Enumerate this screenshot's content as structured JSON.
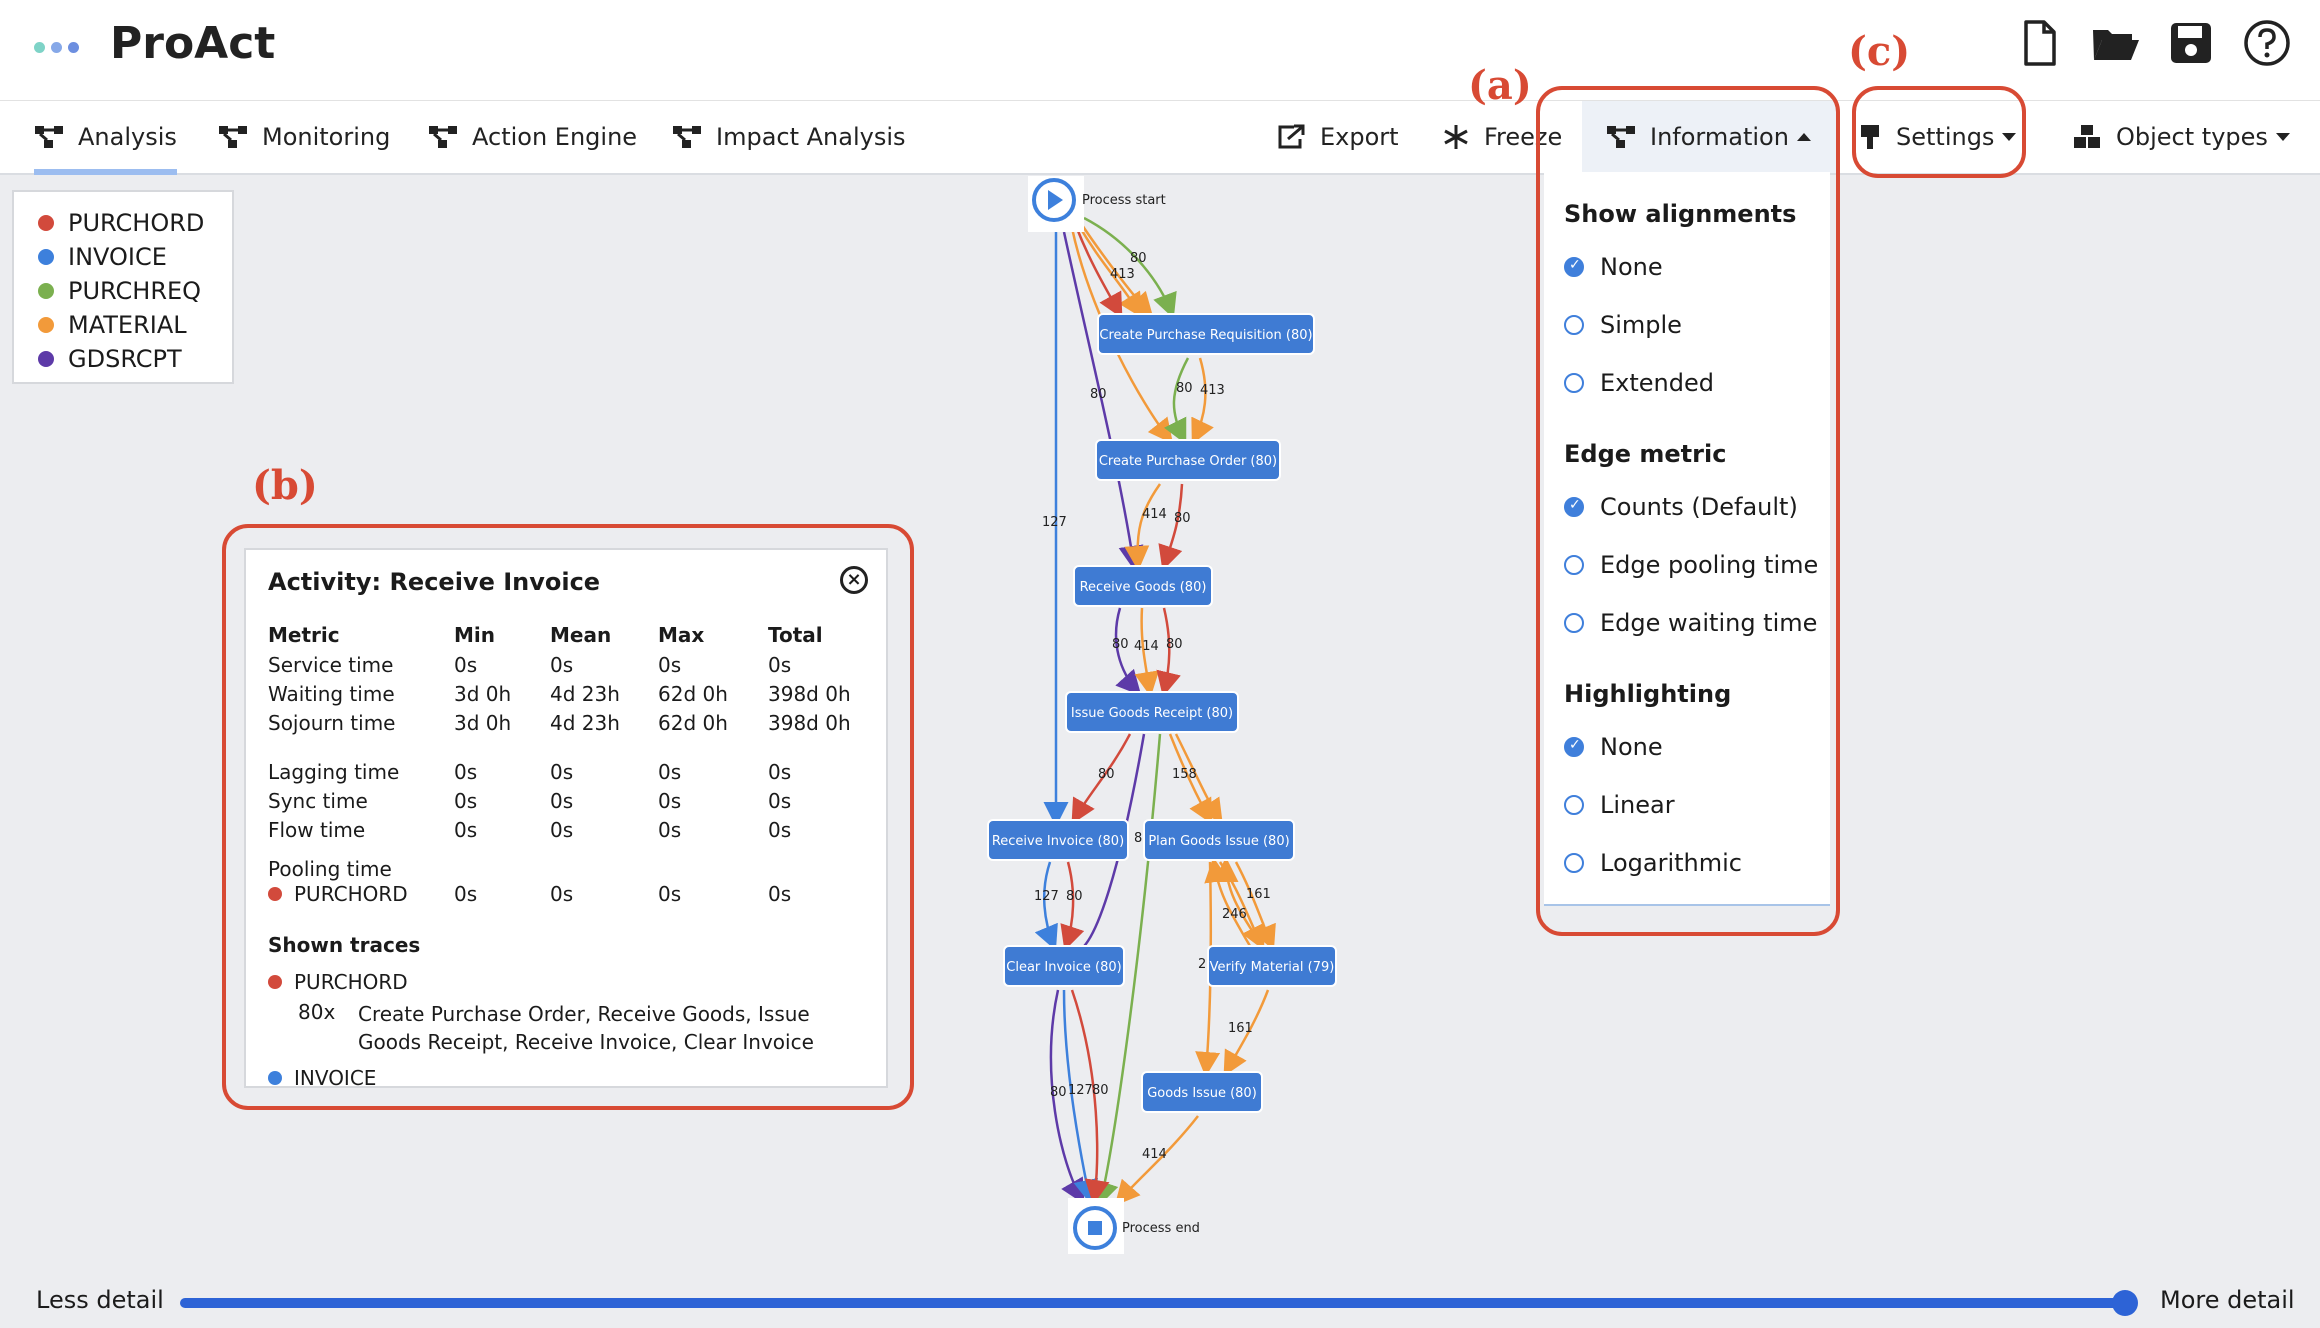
{
  "app": {
    "title": "ProAct"
  },
  "nav": {
    "items": [
      {
        "label": "Analysis"
      },
      {
        "label": "Monitoring"
      },
      {
        "label": "Action Engine"
      },
      {
        "label": "Impact Analysis"
      },
      {
        "label": "Export"
      },
      {
        "label": "Freeze"
      },
      {
        "label": "Information"
      },
      {
        "label": "Settings"
      },
      {
        "label": "Object types"
      }
    ]
  },
  "legend": [
    {
      "label": "PURCHORD",
      "color": "#d24a3c"
    },
    {
      "label": "INVOICE",
      "color": "#3d80dc"
    },
    {
      "label": "PURCHREQ",
      "color": "#7bb04f"
    },
    {
      "label": "MATERIAL",
      "color": "#f29a3a"
    },
    {
      "label": "GDSRCPT",
      "color": "#5d3aa8"
    }
  ],
  "dropdown": {
    "show_alignments": {
      "title": "Show alignments",
      "options": [
        "None",
        "Simple",
        "Extended"
      ]
    },
    "edge_metric": {
      "title": "Edge metric",
      "options": [
        "Counts (Default)",
        "Edge pooling time",
        "Edge waiting time"
      ]
    },
    "highlighting": {
      "title": "Highlighting",
      "options": [
        "None",
        "Linear",
        "Logarithmic"
      ]
    }
  },
  "panel": {
    "title": "Activity: Receive Invoice",
    "headers": [
      "Metric",
      "Min",
      "Mean",
      "Max",
      "Total"
    ],
    "rows": [
      [
        "Service time",
        "0s",
        "0s",
        "0s",
        "0s"
      ],
      [
        "Waiting time",
        "3d 0h",
        "4d 23h",
        "62d 0h",
        "398d 0h"
      ],
      [
        "Sojourn time",
        "3d 0h",
        "4d 23h",
        "62d 0h",
        "398d 0h"
      ],
      [
        "Lagging time",
        "0s",
        "0s",
        "0s",
        "0s"
      ],
      [
        "Sync time",
        "0s",
        "0s",
        "0s",
        "0s"
      ],
      [
        "Flow time",
        "0s",
        "0s",
        "0s",
        "0s"
      ]
    ],
    "pooling_label": "Pooling time",
    "pooling_row": [
      "PURCHORD",
      "0s",
      "0s",
      "0s",
      "0s"
    ],
    "traces_title": "Shown traces",
    "trace1_obj": "PURCHORD",
    "trace1_count": "80x",
    "trace1_text": "Create Purchase Order, Receive Goods, Issue Goods Receipt, Receive Invoice, Clear Invoice",
    "trace2_obj": "INVOICE"
  },
  "annotations": {
    "a": "(a)",
    "b": "(b)",
    "c": "(c)"
  },
  "slider": {
    "less": "Less detail",
    "more": "More detail",
    "level": 1.0
  },
  "graph": {
    "start_label": "Process start",
    "end_label": "Process end",
    "nodes": [
      {
        "id": "cpr",
        "label": "Create Purchase Requisition (80)"
      },
      {
        "id": "cpo",
        "label": "Create Purchase Order (80)"
      },
      {
        "id": "rg",
        "label": "Receive Goods (80)"
      },
      {
        "id": "igr",
        "label": "Issue Goods Receipt (80)"
      },
      {
        "id": "ri",
        "label": "Receive Invoice (80)"
      },
      {
        "id": "pgi",
        "label": "Plan Goods Issue (80)"
      },
      {
        "id": "ci",
        "label": "Clear Invoice (80)"
      },
      {
        "id": "vm",
        "label": "Verify Material (79)"
      },
      {
        "id": "gi",
        "label": "Goods Issue (80)"
      }
    ],
    "edge_labels": [
      "80",
      "413",
      "80",
      "413",
      "80",
      "127",
      "414",
      "80",
      "80",
      "414",
      "80",
      "80",
      "158",
      "8",
      "127",
      "80",
      "246",
      "161",
      "2",
      "161",
      "80",
      "127",
      "80",
      "414"
    ]
  }
}
